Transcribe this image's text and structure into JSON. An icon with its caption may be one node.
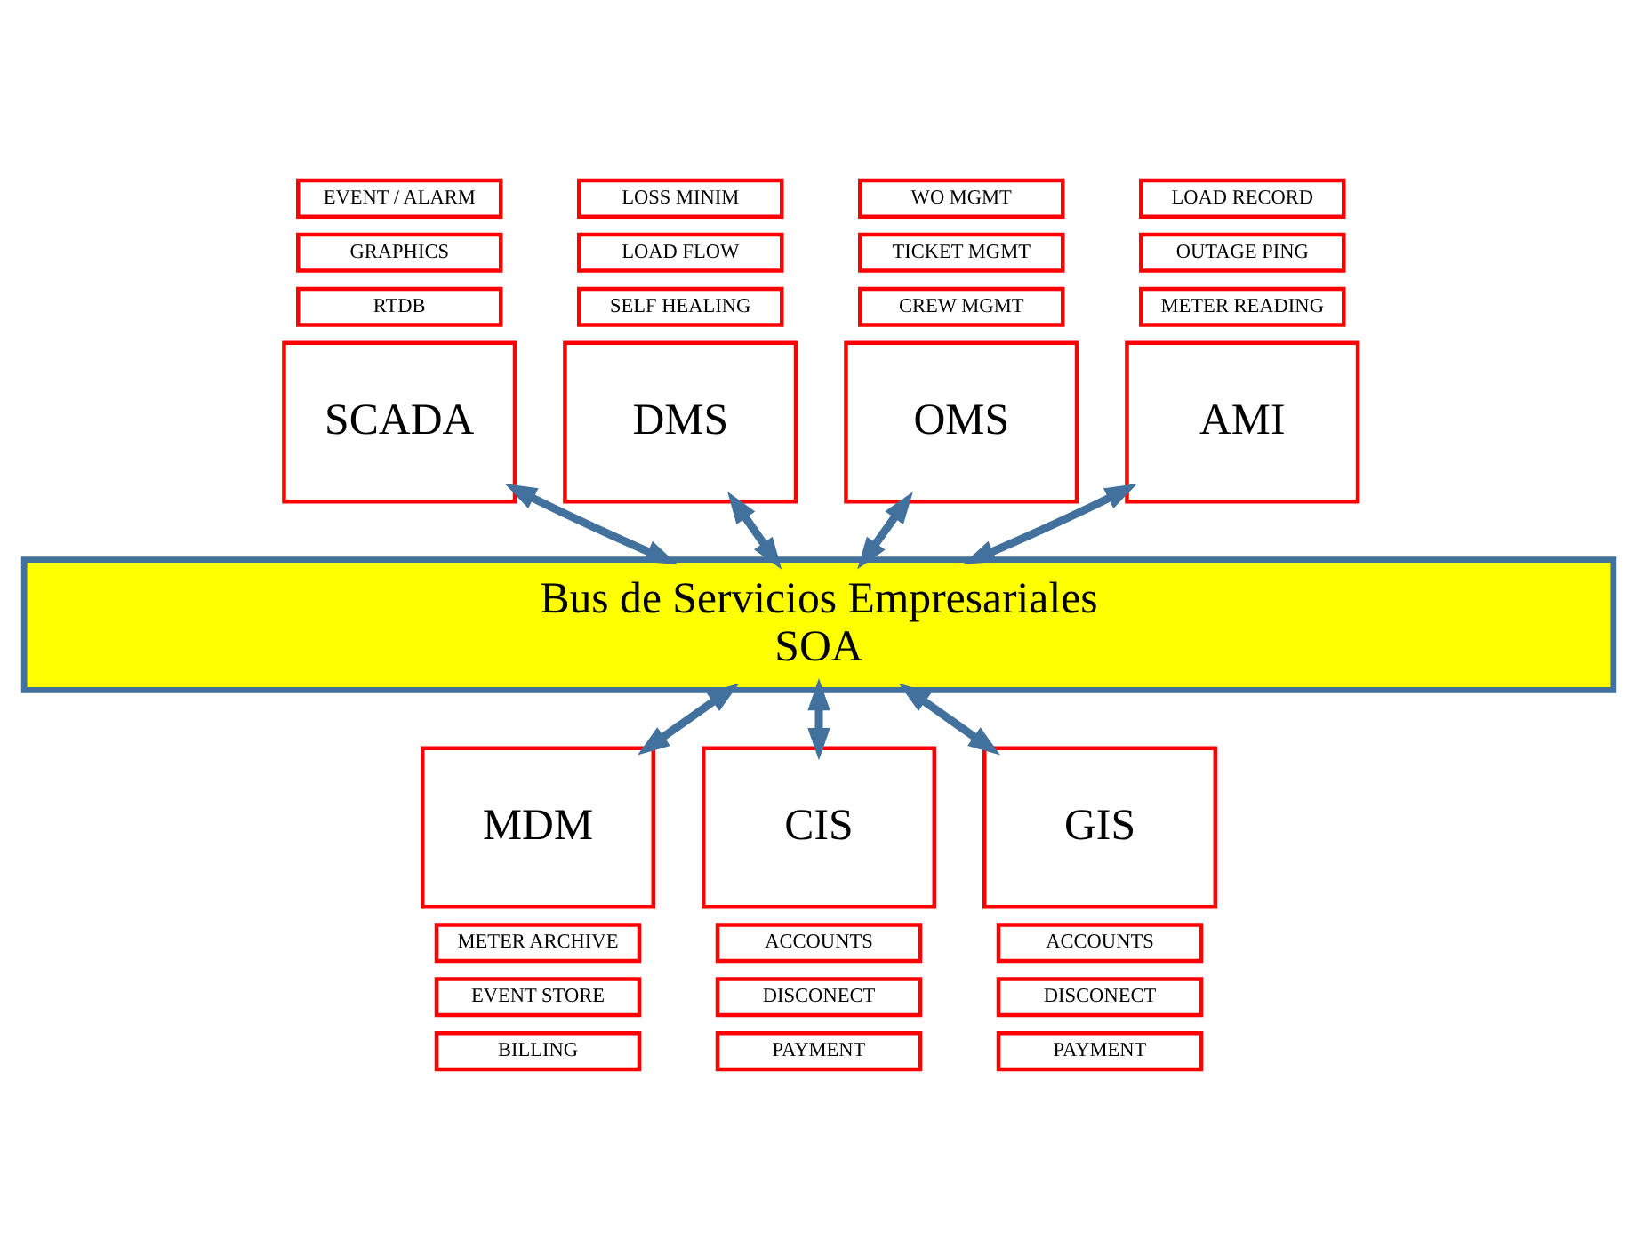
{
  "diagram": {
    "nodes": [
      {
        "text": [
          "EVENT / ALARM"
        ]
      },
      {
        "text": [
          "GRAPHICS"
        ]
      },
      {
        "text": [
          "RTDB"
        ]
      },
      {
        "text": [
          "SCADA"
        ]
      },
      {
        "text": [
          "LOSS MINIM"
        ]
      },
      {
        "text": [
          "LOAD FLOW"
        ]
      },
      {
        "text": [
          "SELF HEALING"
        ]
      },
      {
        "text": [
          "DMS"
        ]
      },
      {
        "text": [
          "WO MGMT"
        ]
      },
      {
        "text": [
          "TICKET MGMT"
        ]
      },
      {
        "text": [
          "CREW MGMT"
        ]
      },
      {
        "text": [
          "OMS"
        ]
      },
      {
        "text": [
          "LOAD RECORD"
        ]
      },
      {
        "text": [
          "OUTAGE PING"
        ]
      },
      {
        "text": [
          "METER READING"
        ]
      },
      {
        "text": [
          "AMI"
        ]
      },
      {
        "text": [
          "Bus de Servicios Empresariales",
          "SOA"
        ]
      },
      {
        "text": [
          "BILLING"
        ]
      },
      {
        "text": [
          "EVENT STORE"
        ]
      },
      {
        "text": [
          "METER ARCHIVE"
        ]
      },
      {
        "text": [
          "MDM"
        ]
      },
      {
        "text": [
          "PAYMENT"
        ]
      },
      {
        "text": [
          "DISCONECT"
        ]
      },
      {
        "text": [
          "ACCOUNTS"
        ]
      },
      {
        "text": [
          "CIS"
        ]
      },
      {
        "text": [
          "PAYMENT"
        ]
      },
      {
        "text": [
          "DISCONECT"
        ]
      },
      {
        "text": [
          "ACCOUNTS"
        ]
      },
      {
        "text": [
          "GIS"
        ]
      }
    ],
    "edges": [
      {
        "from": 3,
        "to": 16,
        "arrow": "both"
      },
      {
        "from": 7,
        "to": 16,
        "arrow": "both"
      },
      {
        "from": 11,
        "to": 16,
        "arrow": "both"
      },
      {
        "from": 15,
        "to": 16,
        "arrow": "both"
      },
      {
        "from": 16,
        "to": 20,
        "arrow": "both"
      },
      {
        "from": 16,
        "to": 24,
        "arrow": "both"
      },
      {
        "from": 16,
        "to": 28,
        "arrow": "both"
      }
    ]
  }
}
